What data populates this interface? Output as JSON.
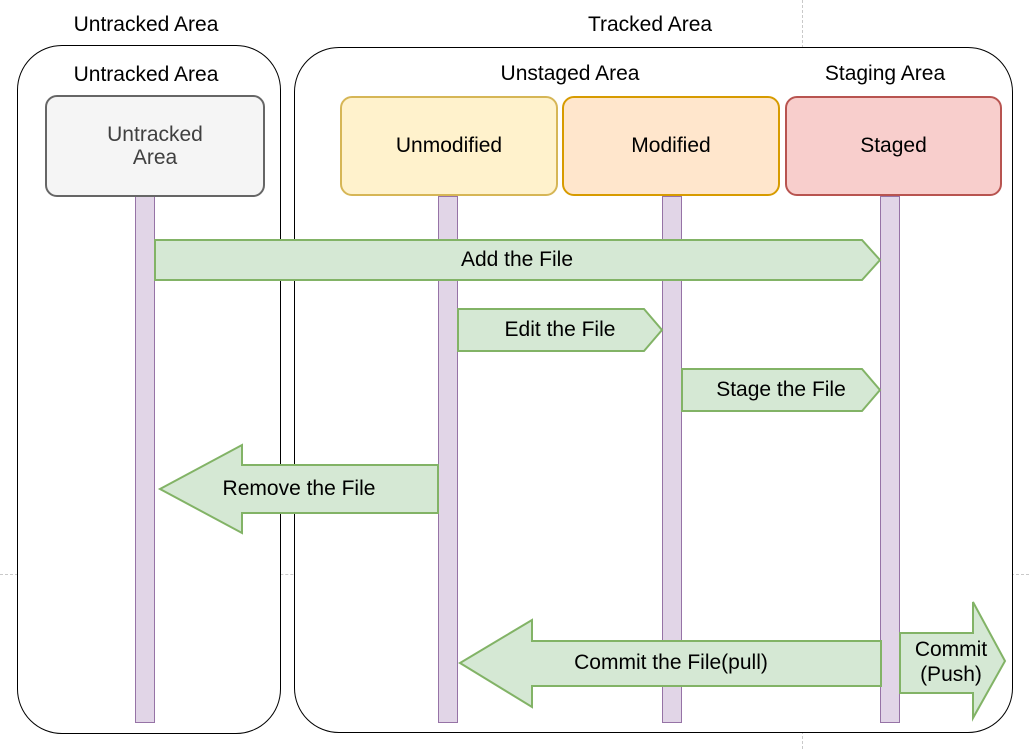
{
  "page_labels": {
    "untracked_title": "Untracked Area",
    "tracked_title": "Tracked Area"
  },
  "containers": {
    "untracked": {
      "heading": "Untracked Area"
    },
    "tracked": {
      "unstaged_heading": "Unstaged Area",
      "staging_heading": "Staging Area"
    }
  },
  "nodes": {
    "untracked": {
      "label_line1": "Untracked",
      "label_line2": "Area",
      "fill": "#f5f5f5",
      "stroke": "#666666",
      "text_color": "#404040"
    },
    "unmodified": {
      "label": "Unmodified",
      "fill": "#fff2cc",
      "stroke": "#d6b656",
      "text_color": "#000000"
    },
    "modified": {
      "label": "Modified",
      "fill": "#ffe6cc",
      "stroke": "#d79b00",
      "text_color": "#000000"
    },
    "staged": {
      "label": "Staged",
      "fill": "#f8cecc",
      "stroke": "#b85450",
      "text_color": "#000000"
    }
  },
  "lifeline": {
    "fill": "#e1d5e7",
    "stroke": "#9673a6"
  },
  "arrows": {
    "fill": "#d5e8d4",
    "stroke": "#82b366",
    "add": {
      "label": "Add the File"
    },
    "edit": {
      "label": "Edit the File"
    },
    "stage": {
      "label": "Stage the File"
    },
    "remove": {
      "label": "Remove the File"
    },
    "commit_pull": {
      "label": "Commit the File(pull)"
    },
    "commit_push": {
      "label_line1": "Commit",
      "label_line2": "(Push)"
    }
  },
  "guides": {
    "color": "#c9c9c9"
  },
  "colors": {
    "container_border": "#000000",
    "background": "#ffffff",
    "label_text": "#000000"
  }
}
